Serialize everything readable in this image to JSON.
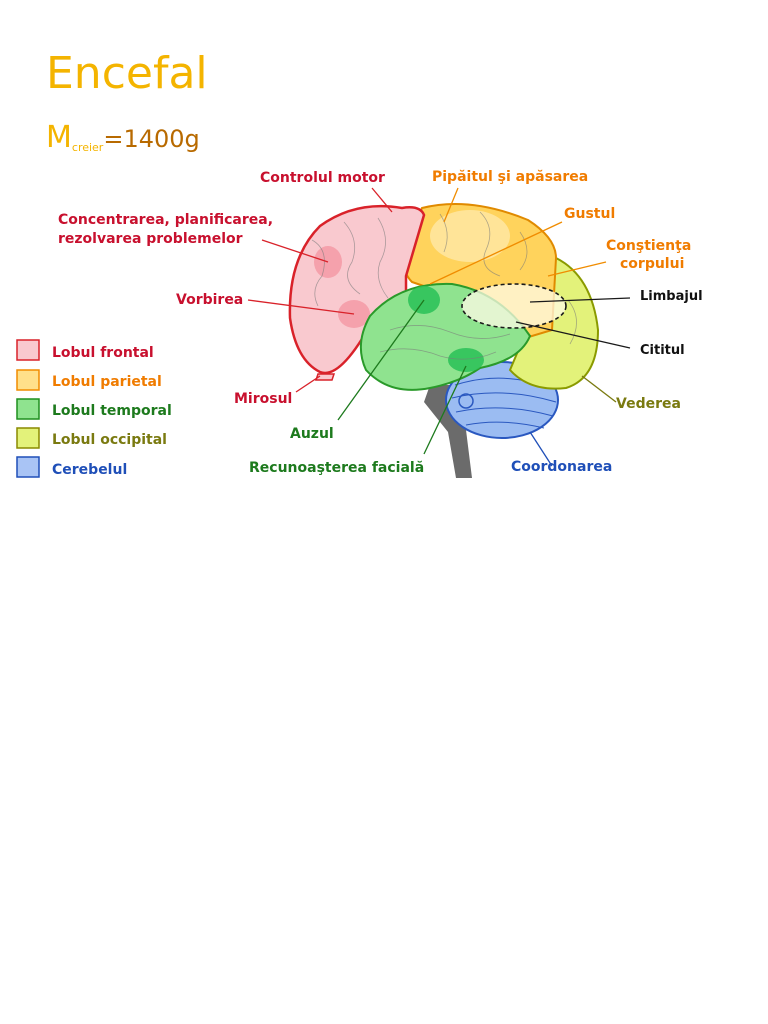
{
  "title": "Encefal",
  "mass": {
    "symbol": "M",
    "subscript": "creier",
    "value": "=1400g"
  },
  "colors": {
    "frontal": "#f9c9cf",
    "frontal_border": "#d9222a",
    "parietal": "#ffd35c",
    "temporal": "#8fe38f",
    "occipital": "#e3f27a",
    "cerebellum": "#9bbcf2",
    "title": "#f4b400",
    "value": "#b86a00"
  },
  "legend": [
    {
      "label": "Lobul frontal",
      "fill": "#f9c9cf",
      "stroke": "#d9222a",
      "text_color": "#c8102e"
    },
    {
      "label": "Lobul parietal",
      "fill": "#ffe08a",
      "stroke": "#f08c00",
      "text_color": "#f07c00"
    },
    {
      "label": "Lobul temporal",
      "fill": "#8fe38f",
      "stroke": "#1f8f1f",
      "text_color": "#1d7a1d"
    },
    {
      "label": "Lobul occipital",
      "fill": "#e3f27a",
      "stroke": "#8a8a00",
      "text_color": "#7a7a10"
    },
    {
      "label": "Cerebelul",
      "fill": "#a9c4f5",
      "stroke": "#1f4fb8",
      "text_color": "#1f4fb8"
    }
  ],
  "labels": {
    "motor": "Controlul motor",
    "concentration_1": "Concentrarea, planificarea,",
    "concentration_2": "rezolvarea problemelor",
    "speech": "Vorbirea",
    "smell": "Mirosul",
    "hearing": "Auzul",
    "facial": "Recunoaşterea facială",
    "touch": "Pipăitul şi apăsarea",
    "taste": "Gustul",
    "body_1": "Conştienţa",
    "body_2": "corpului",
    "language": "Limbajul",
    "reading": "Cititul",
    "vision": "Vederea",
    "coordination": "Coordonarea"
  }
}
